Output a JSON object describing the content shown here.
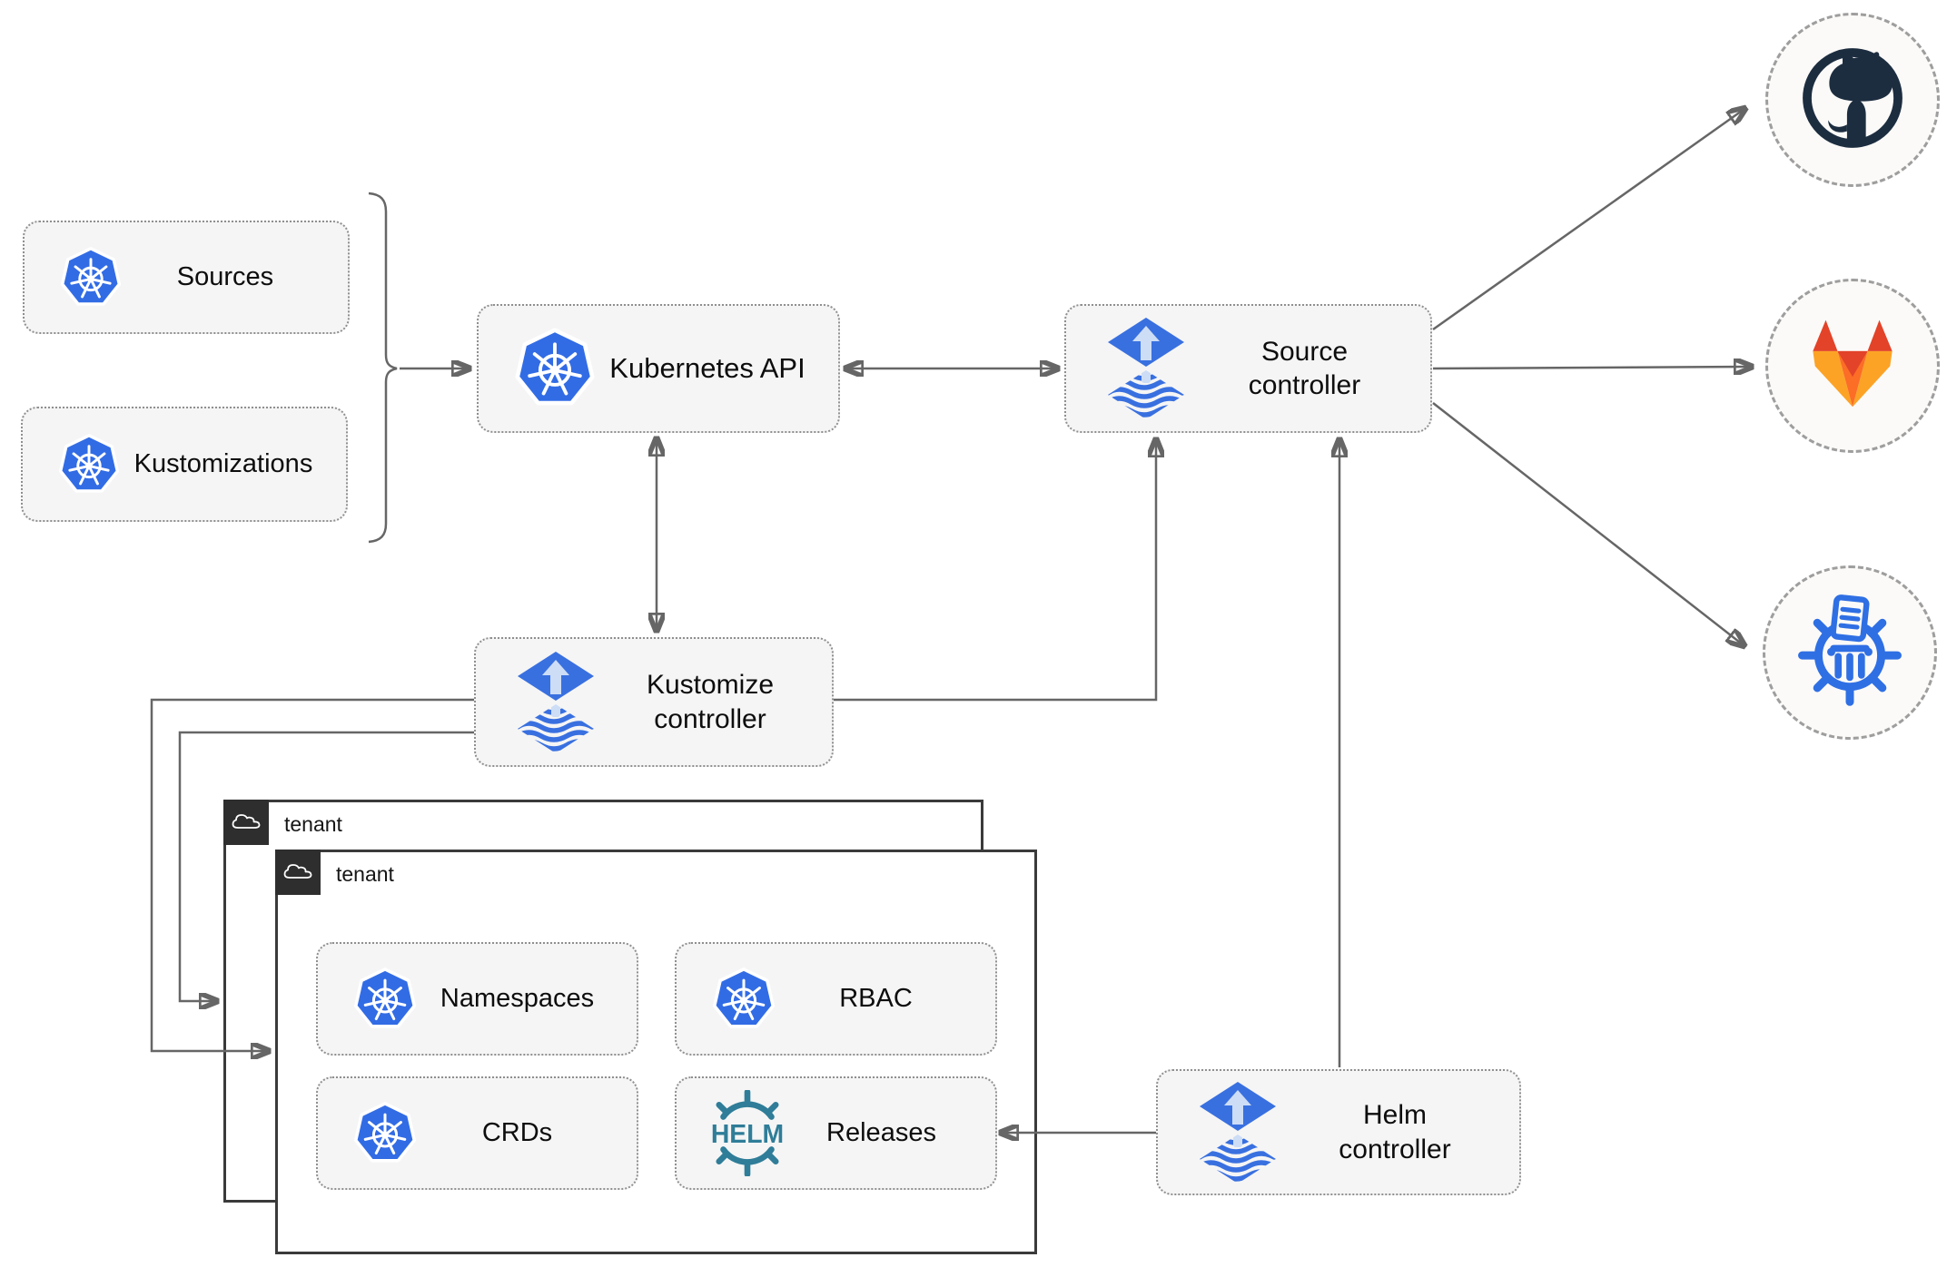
{
  "theme": {
    "k8s-blue": "#326ce5",
    "flux-blue": "#3970e0",
    "flux-arrow": "#cdddf6",
    "helm-teal": "#2f7d98",
    "line": "#666666",
    "box-fill": "#f5f5f5",
    "box-border": "#8f8f8f",
    "tenant-border": "#3a3a3a",
    "tab-bg": "#2e2e2e",
    "github-dark": "#1d2d40",
    "gitlab-red": "#e24329",
    "gitlab-orange": "#fc6d26",
    "gitlab-yellow": "#fca326",
    "registry-blue": "#2f6fe4",
    "circle-fill": "#fbfaf8",
    "circle-border": "#9e9e9e"
  },
  "nodes": {
    "sources": {
      "label": "Sources",
      "icon": "kubernetes-icon"
    },
    "kustomizations": {
      "label": "Kustomizations",
      "icon": "kubernetes-icon"
    },
    "kubernetes_api": {
      "label": "Kubernetes API",
      "icon": "kubernetes-icon"
    },
    "source_controller": {
      "label": "Source controller",
      "icon": "flux-icon"
    },
    "kustomize_controller": {
      "label": "Kustomize controller",
      "icon": "flux-icon"
    },
    "helm_controller": {
      "label": "Helm controller",
      "icon": "flux-icon"
    },
    "namespaces": {
      "label": "Namespaces",
      "icon": "kubernetes-icon"
    },
    "rbac": {
      "label": "RBAC",
      "icon": "kubernetes-icon"
    },
    "crds": {
      "label": "CRDs",
      "icon": "kubernetes-icon"
    },
    "releases": {
      "label": "Releases",
      "icon": "helm-icon",
      "logo_text": "HELM"
    }
  },
  "tenants": {
    "outer": {
      "label": "tenant",
      "icon": "cloud-icon"
    },
    "inner": {
      "label": "tenant",
      "icon": "cloud-icon"
    }
  },
  "external_targets": [
    {
      "icon": "github-icon"
    },
    {
      "icon": "gitlab-icon"
    },
    {
      "icon": "helm-chart-repository-icon"
    }
  ]
}
